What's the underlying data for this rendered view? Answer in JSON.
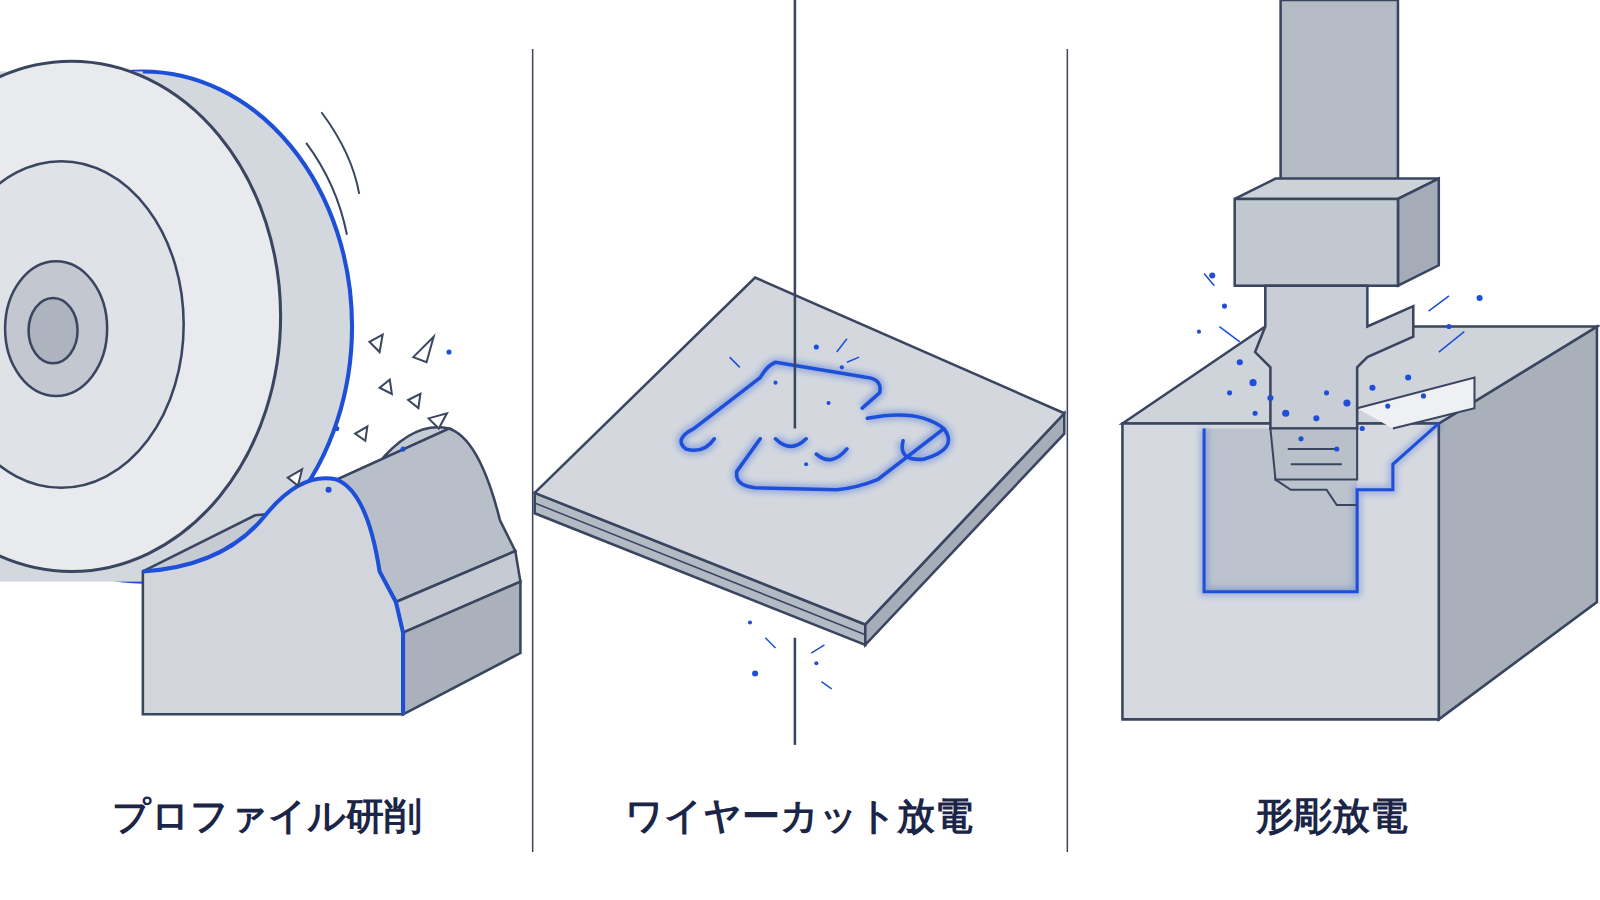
{
  "diagram": {
    "labels": [
      "プロファイル研削",
      "ワイヤーカット放電",
      "形彫放電"
    ]
  }
}
